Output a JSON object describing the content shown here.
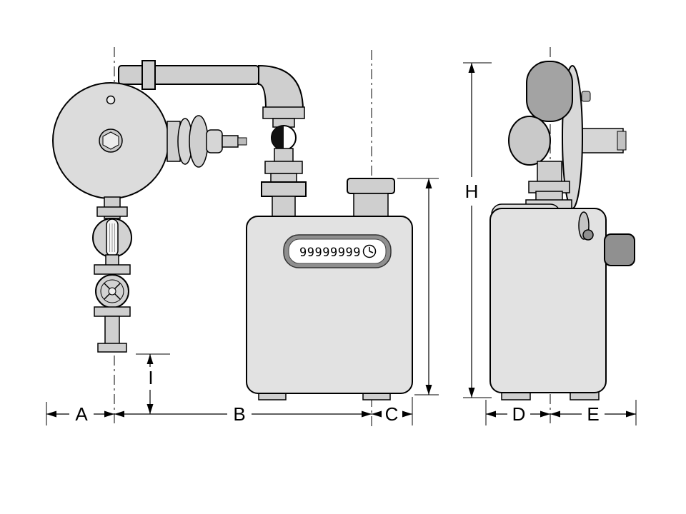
{
  "diagram": {
    "subject": "Gas meter with pressure regulator - dimensional outline drawing, front and side views",
    "counter": {
      "value": "99999999"
    },
    "labels": {
      "A": "A",
      "B": "B",
      "C": "C",
      "D": "D",
      "E": "E",
      "H": "H",
      "I": "I"
    },
    "colors": {
      "background": "#ffffff",
      "outline": "#000000",
      "body_light": "#e2e2e2",
      "body_mid": "#cfcfcf",
      "body_dark": "#9a9a9a",
      "counter_frame": "#8f8f8f",
      "outlet_dark": "#909090"
    }
  }
}
